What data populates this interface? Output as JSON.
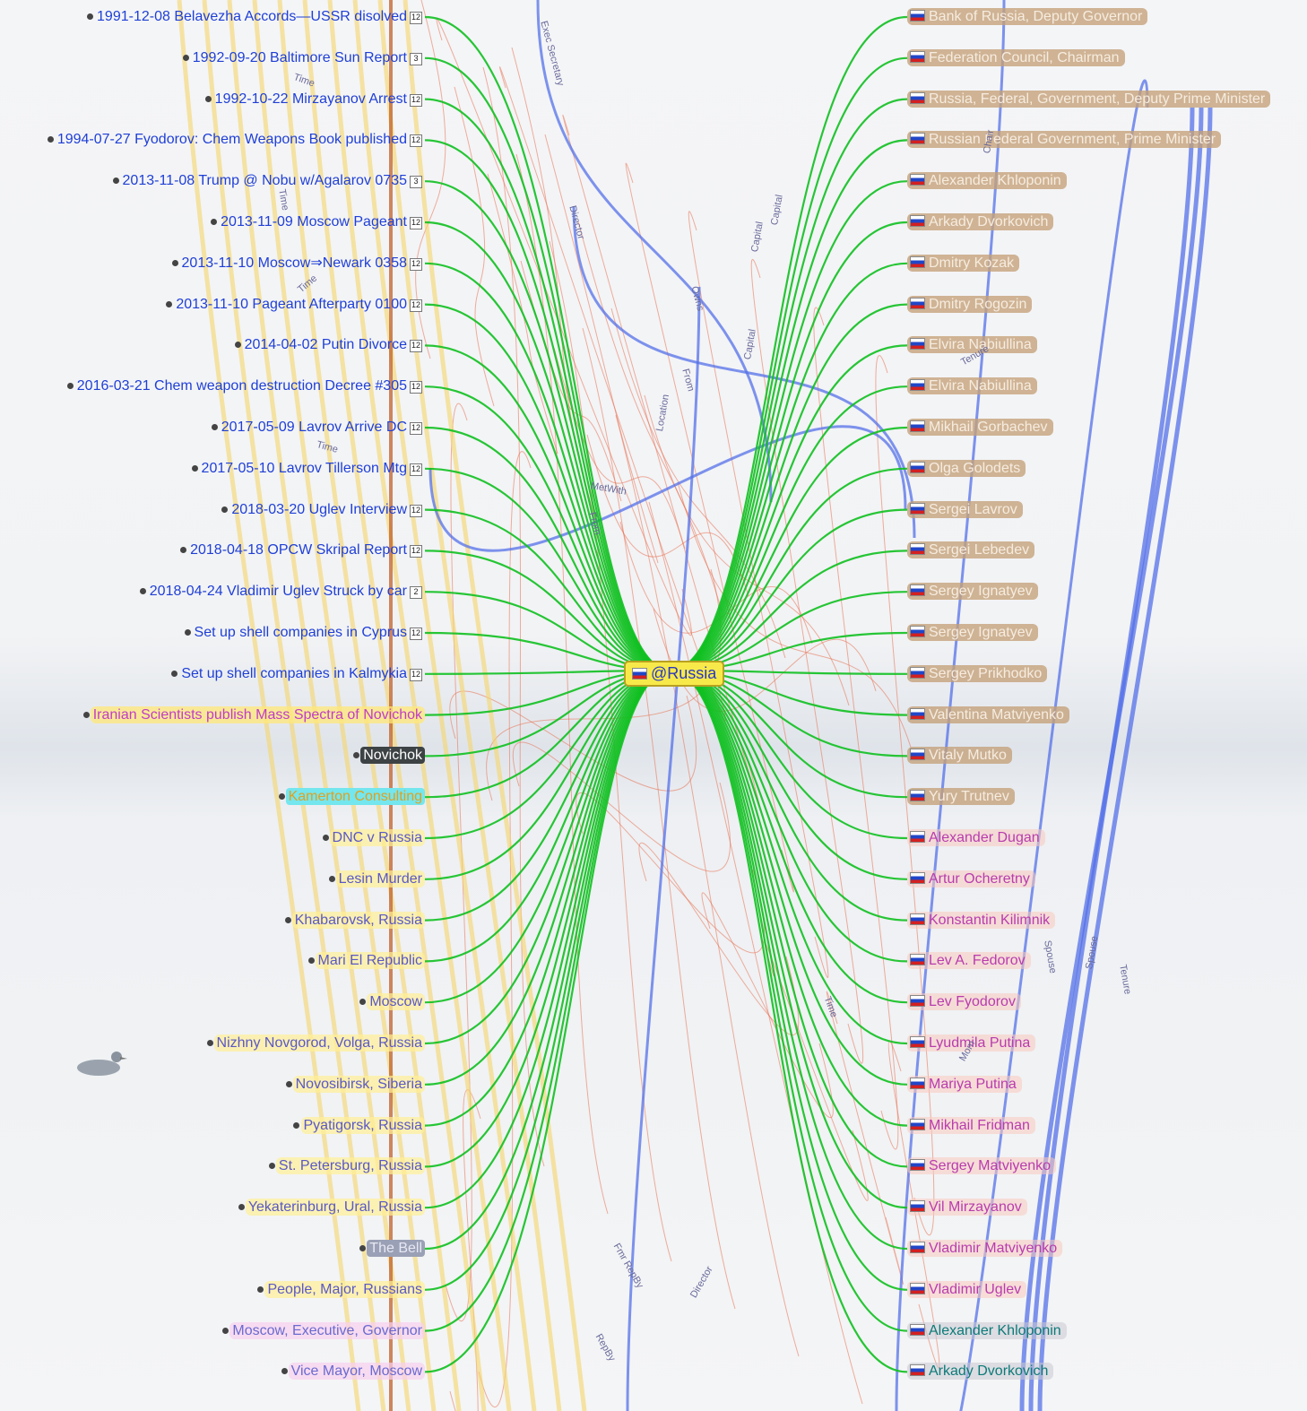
{
  "center": {
    "label": "@Russia"
  },
  "left_nodes": [
    {
      "label": "1991-12-08 Belavezha Accords—USSR disolved",
      "badge": "12",
      "style": "event"
    },
    {
      "label": "1992-09-20 Baltimore Sun Report",
      "badge": "3",
      "style": "event"
    },
    {
      "label": "1992-10-22 Mirzayanov Arrest",
      "badge": "12",
      "style": "event"
    },
    {
      "label": "1994-07-27 Fyodorov: Chem Weapons Book published",
      "badge": "12",
      "style": "event"
    },
    {
      "label": "2013-11-08 Trump @ Nobu w/Agalarov 0735",
      "badge": "3",
      "style": "event"
    },
    {
      "label": "2013-11-09 Moscow Pageant",
      "badge": "12",
      "style": "event"
    },
    {
      "label": "2013-11-10 Moscow⇒Newark 0358",
      "badge": "12",
      "style": "event"
    },
    {
      "label": "2013-11-10 Pageant Afterparty 0100",
      "badge": "12",
      "style": "event"
    },
    {
      "label": "2014-04-02 Putin Divorce",
      "badge": "12",
      "style": "event"
    },
    {
      "label": "2016-03-21 Chem weapon destruction Decree #305",
      "badge": "12",
      "style": "event"
    },
    {
      "label": "2017-05-09 Lavrov Arrive DC",
      "badge": "12",
      "style": "event"
    },
    {
      "label": "2017-05-10 Lavrov Tillerson Mtg",
      "badge": "12",
      "style": "event"
    },
    {
      "label": "2018-03-20 Uglev Interview",
      "badge": "12",
      "style": "event"
    },
    {
      "label": "2018-04-18 OPCW Skripal Report",
      "badge": "12",
      "style": "event"
    },
    {
      "label": "2018-04-24 Vladimir Uglev Struck by car",
      "badge": "2",
      "style": "event"
    },
    {
      "label": "Set up shell companies in Cyprus",
      "badge": "12",
      "style": "event"
    },
    {
      "label": "Set up shell companies in Kalmykia",
      "badge": "12",
      "style": "event"
    },
    {
      "label": "Iranian Scientists publish Mass Spectra of Novichok",
      "badge": "",
      "style": "hl"
    },
    {
      "label": "Novichok",
      "badge": "",
      "style": "dark"
    },
    {
      "label": "Kamerton Consulting",
      "badge": "",
      "style": "cyan"
    },
    {
      "label": "DNC v Russia",
      "badge": "",
      "style": "place"
    },
    {
      "label": "Lesin Murder",
      "badge": "",
      "style": "place"
    },
    {
      "label": "Khabarovsk, Russia",
      "badge": "",
      "style": "place"
    },
    {
      "label": "Mari El Republic",
      "badge": "",
      "style": "place"
    },
    {
      "label": "Moscow",
      "badge": "",
      "style": "place"
    },
    {
      "label": "Nizhny Novgorod, Volga, Russia",
      "badge": "",
      "style": "place"
    },
    {
      "label": "Novosibirsk, Siberia",
      "badge": "",
      "style": "place"
    },
    {
      "label": "Pyatigorsk, Russia",
      "badge": "",
      "style": "place"
    },
    {
      "label": "St. Petersburg, Russia",
      "badge": "",
      "style": "place"
    },
    {
      "label": "Yekaterinburg, Ural, Russia",
      "badge": "",
      "style": "place"
    },
    {
      "label": "The Bell",
      "badge": "",
      "style": "grey"
    },
    {
      "label": "People, Major, Russians",
      "badge": "",
      "style": "place"
    },
    {
      "label": "Moscow, Executive, Governor",
      "badge": "",
      "style": "pink"
    },
    {
      "label": "Vice Mayor, Moscow",
      "badge": "",
      "style": "pink"
    }
  ],
  "right_nodes": [
    {
      "label": "Bank of Russia, Deputy Governor",
      "style": "official"
    },
    {
      "label": "Federation Council, Chairman",
      "style": "official"
    },
    {
      "label": "Russia, Federal, Government, Deputy Prime Minister",
      "style": "official"
    },
    {
      "label": "Russian Federal Government, Prime Minister",
      "style": "official"
    },
    {
      "label": "Alexander Khloponin",
      "style": "official"
    },
    {
      "label": "Arkady Dvorkovich",
      "style": "official"
    },
    {
      "label": "Dmitry Kozak",
      "style": "official"
    },
    {
      "label": "Dmitry Rogozin",
      "style": "official"
    },
    {
      "label": "Elvira Nabiullina",
      "style": "official"
    },
    {
      "label": "Elvira Nabiullina",
      "style": "official"
    },
    {
      "label": "Mikhail Gorbachev",
      "style": "official"
    },
    {
      "label": "Olga Golodets",
      "style": "official"
    },
    {
      "label": "Sergei Lavrov",
      "style": "official"
    },
    {
      "label": "Sergei Lebedev",
      "style": "official"
    },
    {
      "label": "Sergey Ignatyev",
      "style": "official"
    },
    {
      "label": "Sergey Ignatyev",
      "style": "official"
    },
    {
      "label": "Sergey Prikhodko",
      "style": "official"
    },
    {
      "label": "Valentina Matviyenko",
      "style": "official"
    },
    {
      "label": "Vitaly Mutko",
      "style": "official"
    },
    {
      "label": "Yury Trutnev",
      "style": "official"
    },
    {
      "label": "Alexander Dugan",
      "style": "person"
    },
    {
      "label": "Artur Ocheretny",
      "style": "person"
    },
    {
      "label": "Konstantin Kilimnik",
      "style": "person"
    },
    {
      "label": "Lev A. Fedorov",
      "style": "person"
    },
    {
      "label": "Lev Fyodorov",
      "style": "person"
    },
    {
      "label": "Lyudmila Putina",
      "style": "person"
    },
    {
      "label": "Mariya Putina",
      "style": "person"
    },
    {
      "label": "Mikhail Fridman",
      "style": "person"
    },
    {
      "label": "Sergey Matviyenko",
      "style": "person"
    },
    {
      "label": "Vil Mirzayanov",
      "style": "person"
    },
    {
      "label": "Vladimir Matviyenko",
      "style": "person"
    },
    {
      "label": "Vladimir Uglev",
      "style": "person"
    },
    {
      "label": "Alexander Khloponin",
      "style": "teal"
    },
    {
      "label": "Arkady Dvorkovich",
      "style": "teal"
    }
  ],
  "edge_labels": [
    "Exec Secretary",
    "Director",
    "Time",
    "Time",
    "Time",
    "Time",
    "From",
    "From",
    "MetWith",
    "Location",
    "Capital",
    "Capital",
    "Capital",
    "Owns",
    "Chair",
    "Tenure",
    "Tenure",
    "Spouse",
    "Spouse",
    "Fmr RepBy",
    "RepBy",
    "Director",
    "Mom",
    "Time"
  ],
  "colors": {
    "tie": "#10c020",
    "blue": "#5470e8",
    "time": "#f5d66a",
    "thin": "#e87050",
    "brown": "#c0602a"
  }
}
